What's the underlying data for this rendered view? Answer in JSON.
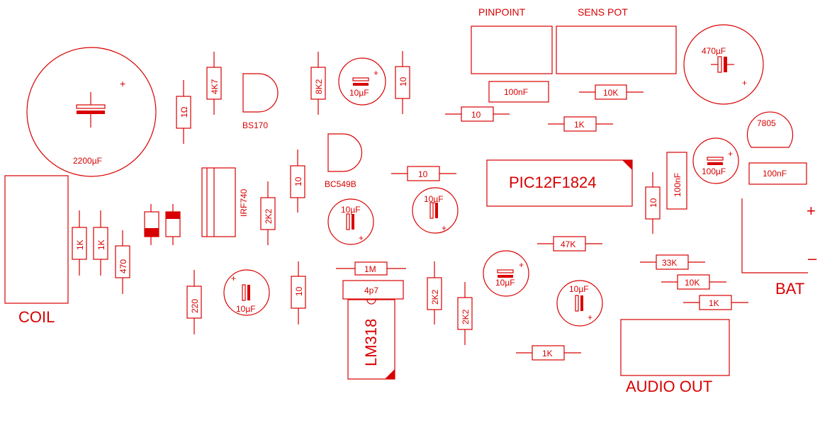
{
  "labels": {
    "pinpoint": "PINPOINT",
    "sens_pot": "SENS POT",
    "coil": "COIL",
    "bat": "BAT",
    "bat_plus": "+",
    "bat_minus": "–",
    "audio_out": "AUDIO OUT",
    "pic": "PIC12F1824",
    "lm318": "LM318",
    "irf740": "IRF740",
    "bs170": "BS170",
    "bc549b": "BC549B",
    "reg_7805": "7805"
  },
  "resistors": {
    "r_1o_a": "1Ω",
    "r_4k7": "4K7",
    "r_8k2": "8K2",
    "r_10_top": "10",
    "r_10_mid": "10",
    "r_10_q": "10",
    "r_10_h": "10",
    "r_10_pic": "10",
    "r_10_bot": "10",
    "r_2k2_a": "2K2",
    "r_2k2_b": "2K2",
    "r_2k2_c": "2K2",
    "r_1k_a": "1K",
    "r_1k_b": "1K",
    "r_1k_c": "1K",
    "r_1k_d": "1K",
    "r_1k_e": "1K",
    "r_470": "470",
    "r_220": "220",
    "r_1m": "1M",
    "r_47k": "47K",
    "r_33k": "33K",
    "r_10k_a": "10K",
    "r_10k_b": "10K"
  },
  "capacitors": {
    "c_2200": "2200µF",
    "c_470": "470µF",
    "c_10u_a": "10µF",
    "c_10u_b": "10µF",
    "c_10u_c": "10µF",
    "c_10u_d": "10µF",
    "c_10u_e": "10µF",
    "c_10u_f": "10µF",
    "c_100u": "100µF",
    "c_100nf_a": "100nF",
    "c_100nf_b": "100nF",
    "c_100nf_v": "100nF",
    "c_4p7": "4p7",
    "plus": "+"
  },
  "colors": {
    "ink": "#d80000",
    "background": "#ffffff"
  }
}
